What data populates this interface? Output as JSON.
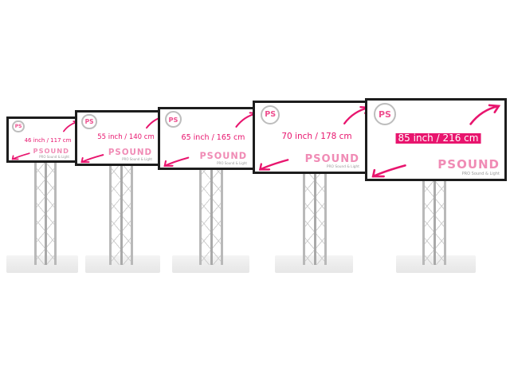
{
  "accent_color": "#e8156e",
  "screens": [
    {
      "size_label": "46 inch / 117 cm",
      "brand": "PSOUND",
      "tagline": "PRO Sound & Light",
      "logo": "PS",
      "highlighted": false
    },
    {
      "size_label": "55 inch / 140 cm",
      "brand": "PSOUND",
      "tagline": "PRO Sound & Light",
      "logo": "PS",
      "highlighted": false
    },
    {
      "size_label": "65 inch / 165 cm",
      "brand": "PSOUND",
      "tagline": "PRO Sound & Light",
      "logo": "PS",
      "highlighted": false
    },
    {
      "size_label": "70 inch / 178 cm",
      "brand": "PSOUND",
      "tagline": "PRO Sound & Light",
      "logo": "PS",
      "highlighted": false
    },
    {
      "size_label": "85 inch / 216 cm",
      "brand": "PSOUND",
      "tagline": "PRO Sound & Light",
      "logo": "PS",
      "highlighted": true
    }
  ]
}
